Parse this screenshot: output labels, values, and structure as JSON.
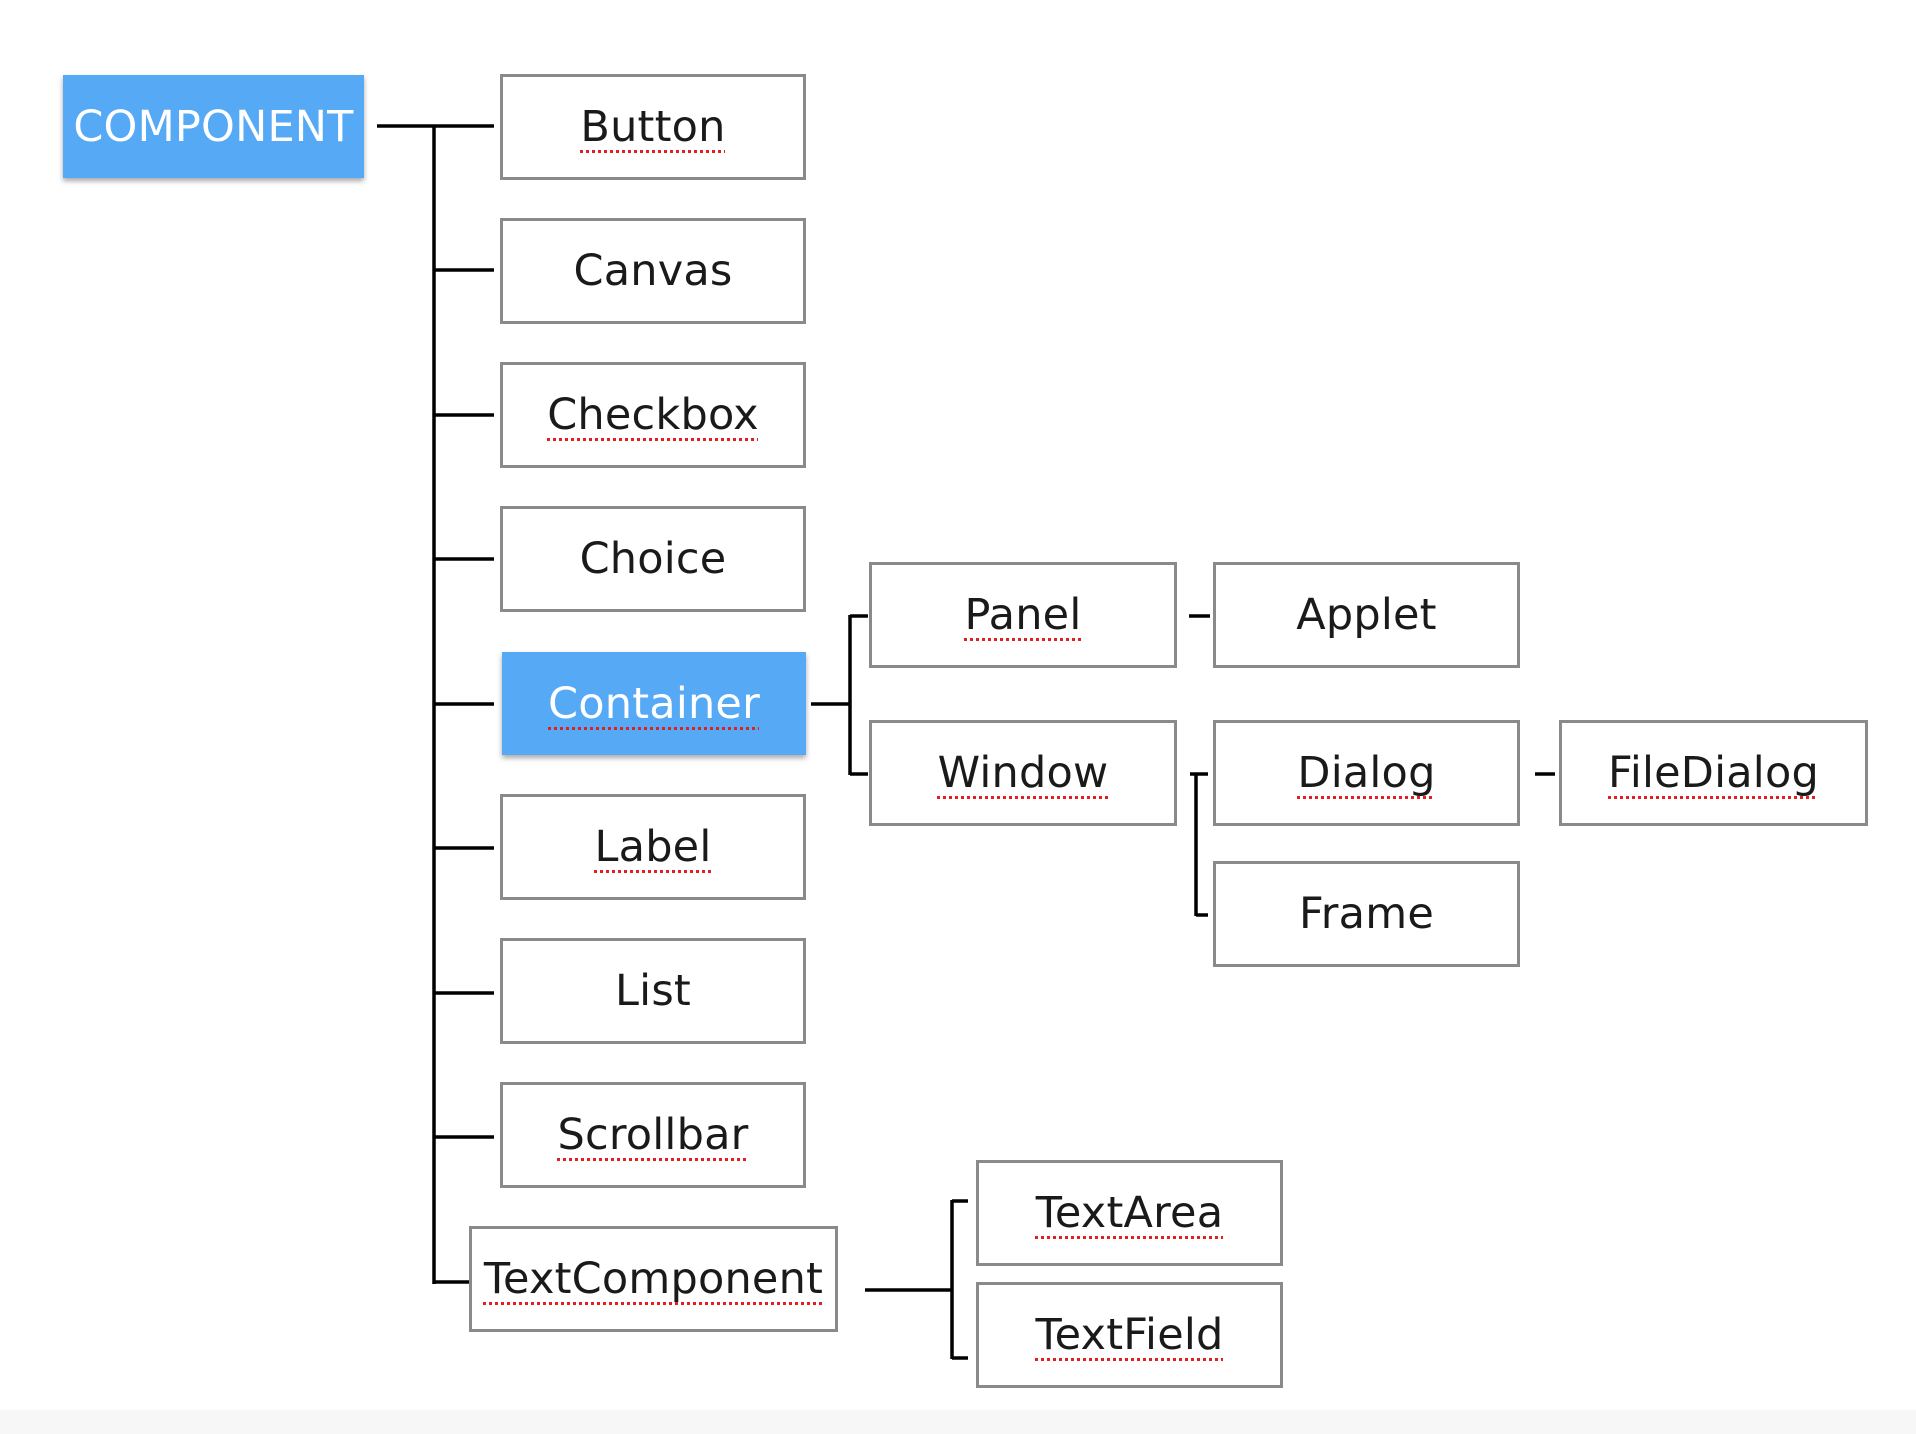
{
  "colors": {
    "highlight_fill": "#56a9f5",
    "box_border": "#8a8a8a",
    "connector": "#000000",
    "spellcheck_underline": "#e02020"
  },
  "nodes": {
    "component": {
      "label": "COMPONENT",
      "highlighted": true,
      "spellcheck_underline": false
    },
    "button": {
      "label": "Button",
      "highlighted": false,
      "spellcheck_underline": true
    },
    "canvas": {
      "label": "Canvas",
      "highlighted": false,
      "spellcheck_underline": false
    },
    "checkbox": {
      "label": "Checkbox",
      "highlighted": false,
      "spellcheck_underline": true
    },
    "choice": {
      "label": "Choice",
      "highlighted": false,
      "spellcheck_underline": false
    },
    "container": {
      "label": "Container",
      "highlighted": true,
      "spellcheck_underline": true
    },
    "label": {
      "label": "Label",
      "highlighted": false,
      "spellcheck_underline": true
    },
    "list": {
      "label": "List",
      "highlighted": false,
      "spellcheck_underline": false
    },
    "scrollbar": {
      "label": "Scrollbar",
      "highlighted": false,
      "spellcheck_underline": true
    },
    "textcomponent": {
      "label": "TextComponent",
      "highlighted": false,
      "spellcheck_underline": true
    },
    "panel": {
      "label": "Panel",
      "highlighted": false,
      "spellcheck_underline": true
    },
    "applet": {
      "label": "Applet",
      "highlighted": false,
      "spellcheck_underline": false
    },
    "window": {
      "label": "Window",
      "highlighted": false,
      "spellcheck_underline": true
    },
    "dialog": {
      "label": "Dialog",
      "highlighted": false,
      "spellcheck_underline": true
    },
    "filedialog": {
      "label": "FileDialog",
      "highlighted": false,
      "spellcheck_underline": true
    },
    "frame": {
      "label": "Frame",
      "highlighted": false,
      "spellcheck_underline": false
    },
    "textarea": {
      "label": "TextArea",
      "highlighted": false,
      "spellcheck_underline": true
    },
    "textfield": {
      "label": "TextField",
      "highlighted": false,
      "spellcheck_underline": true
    }
  },
  "edges": [
    {
      "from": "component",
      "to": "button"
    },
    {
      "from": "component",
      "to": "canvas"
    },
    {
      "from": "component",
      "to": "checkbox"
    },
    {
      "from": "component",
      "to": "choice"
    },
    {
      "from": "component",
      "to": "container"
    },
    {
      "from": "component",
      "to": "label"
    },
    {
      "from": "component",
      "to": "list"
    },
    {
      "from": "component",
      "to": "scrollbar"
    },
    {
      "from": "component",
      "to": "textcomponent"
    },
    {
      "from": "container",
      "to": "panel"
    },
    {
      "from": "container",
      "to": "window"
    },
    {
      "from": "panel",
      "to": "applet"
    },
    {
      "from": "window",
      "to": "dialog"
    },
    {
      "from": "window",
      "to": "frame"
    },
    {
      "from": "dialog",
      "to": "filedialog"
    },
    {
      "from": "textcomponent",
      "to": "textarea"
    },
    {
      "from": "textcomponent",
      "to": "textfield"
    }
  ]
}
